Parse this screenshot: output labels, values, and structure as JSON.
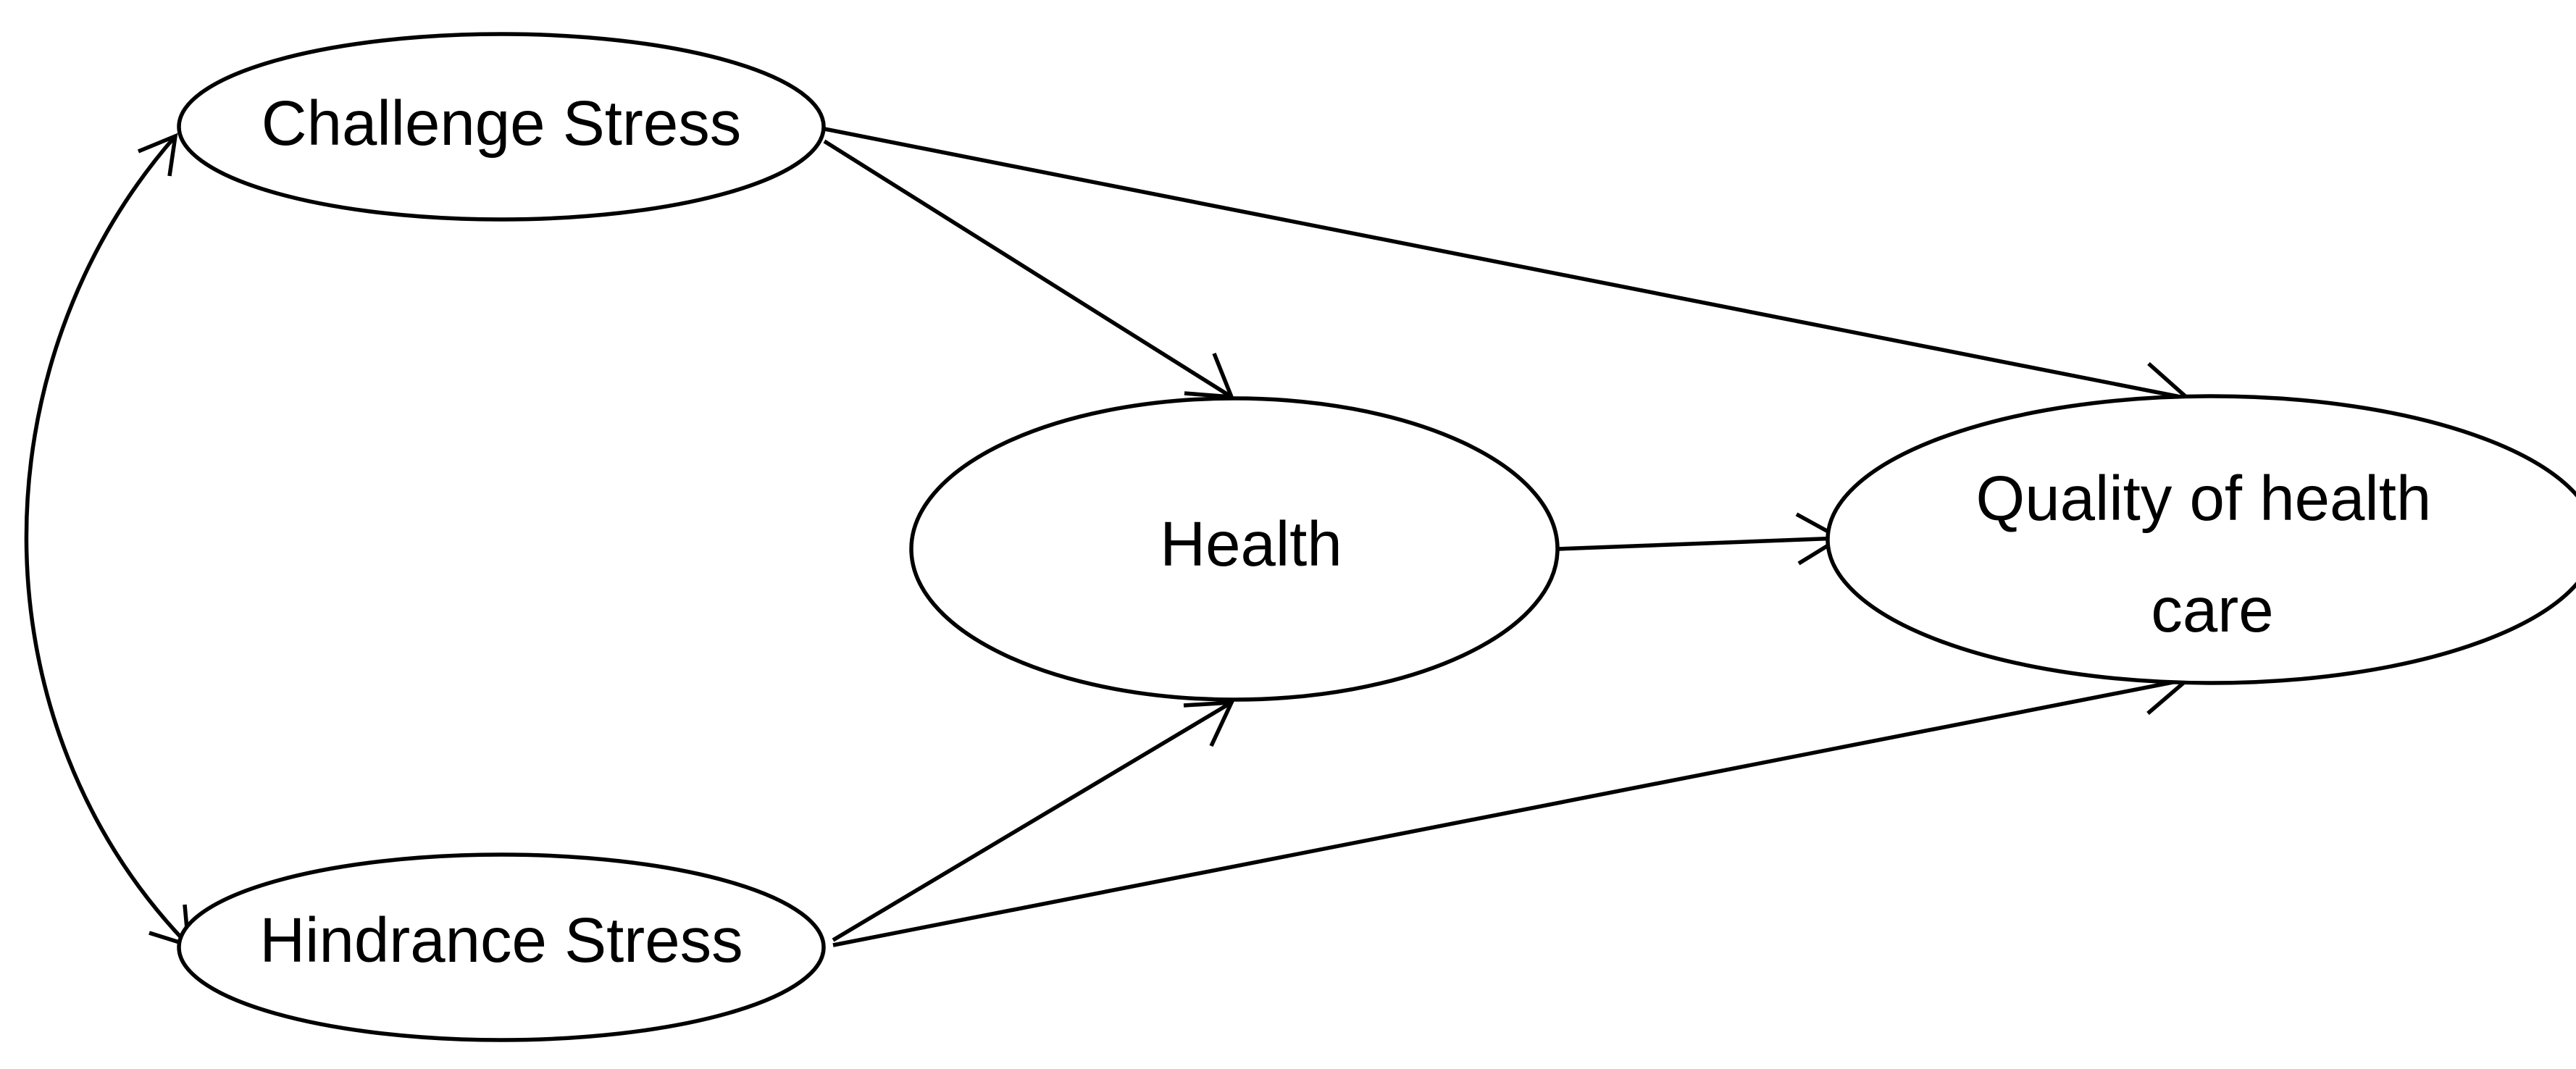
{
  "diagram": {
    "nodes": {
      "challenge": {
        "label": "Challenge Stress"
      },
      "hindrance": {
        "label": "Hindrance Stress"
      },
      "health": {
        "label": "Health"
      },
      "quality": {
        "label_lines": [
          "Quality of health",
          "care"
        ]
      }
    },
    "edges": [
      {
        "from": "Challenge Stress",
        "to": "Health"
      },
      {
        "from": "Challenge Stress",
        "to": "Quality of health care"
      },
      {
        "from": "Hindrance Stress",
        "to": "Health"
      },
      {
        "from": "Hindrance Stress",
        "to": "Quality of health care"
      },
      {
        "from": "Health",
        "to": "Quality of health care"
      },
      {
        "from": "Challenge Stress",
        "to": "Hindrance Stress",
        "bidirectional": true
      }
    ],
    "colors": {
      "stroke": "#000000",
      "background": "#ffffff"
    }
  }
}
